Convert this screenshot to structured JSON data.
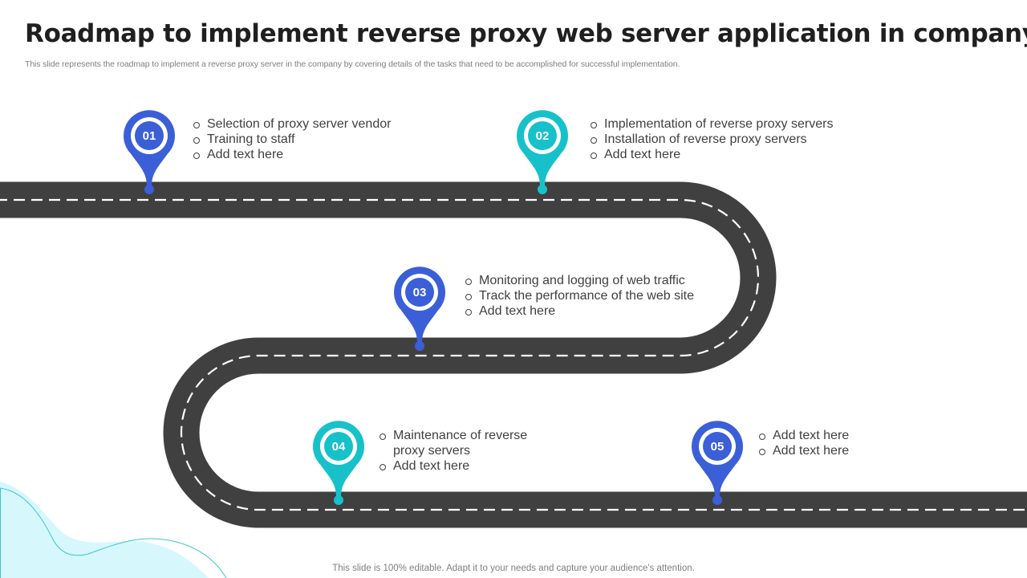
{
  "title": "Roadmap to implement reverse proxy web server application in company",
  "subtitle": "This slide represents the roadmap to implement a reverse proxy  server in the company by covering details of the tasks that need to be accomplished for successful implementation.",
  "footer": "This slide is 100% editable. Adapt it to your needs and capture your audience's attention.",
  "colors": {
    "blue": "#3b5fd6",
    "teal": "#17c1c9",
    "road": "#404040",
    "lane_marking": "#ffffff",
    "text": "#404040",
    "decor_fill": "#d6f8fc",
    "decor_line": "#3ec4cf"
  },
  "milestones": [
    {
      "number": "01",
      "color": "blue",
      "items": [
        "Selection of proxy server vendor",
        "Training to staff",
        "Add text here"
      ]
    },
    {
      "number": "02",
      "color": "teal",
      "items": [
        "Implementation  of reverse proxy servers",
        "Installation  of reverse proxy servers",
        "Add text here"
      ]
    },
    {
      "number": "03",
      "color": "blue",
      "items": [
        "Monitoring and logging of web traffic",
        "Track the performance of the web site",
        "Add text here"
      ]
    },
    {
      "number": "04",
      "color": "teal",
      "items": [
        "Maintenance  of reverse proxy servers",
        "Add text here"
      ]
    },
    {
      "number": "05",
      "color": "blue",
      "items": [
        "Add text here",
        "Add text here"
      ]
    }
  ]
}
